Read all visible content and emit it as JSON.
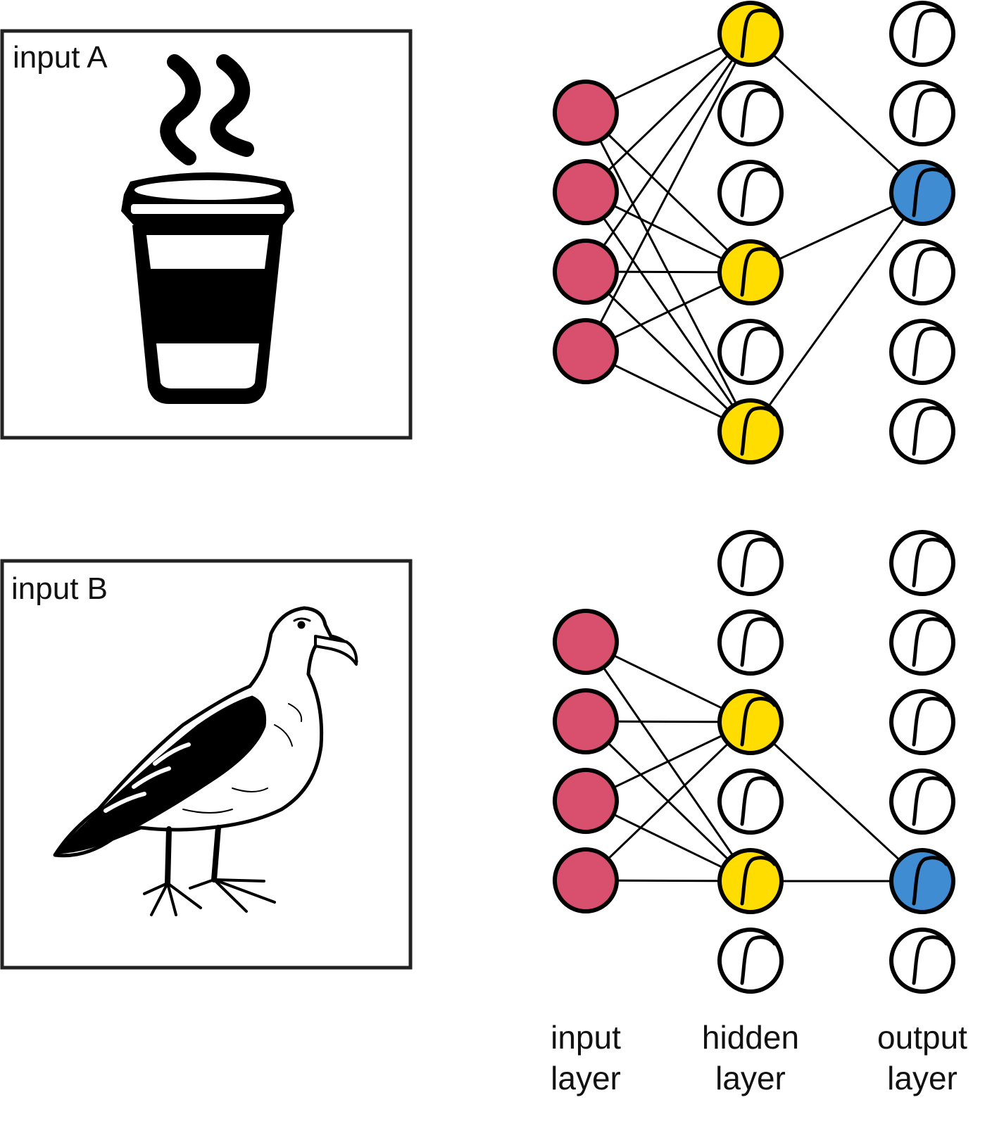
{
  "panels": [
    {
      "label": "input A",
      "picture": "coffee-cup"
    },
    {
      "label": "input B",
      "picture": "seagull"
    }
  ],
  "layer_labels": {
    "input": [
      "input",
      "layer"
    ],
    "hidden": [
      "hidden",
      "layer"
    ],
    "output": [
      "output",
      "layer"
    ]
  },
  "colors": {
    "input_node": "#d9506e",
    "active_hidden": "#ffdd00",
    "active_output": "#3f8cd3",
    "inactive": "#ffffff",
    "stroke": "#000000"
  },
  "networks": [
    {
      "input_count": 4,
      "hidden_count": 6,
      "output_count": 6,
      "active_hidden": [
        0,
        3,
        5
      ],
      "active_output": [
        2
      ],
      "input_to_hidden": [
        [
          0,
          0
        ],
        [
          0,
          3
        ],
        [
          0,
          5
        ],
        [
          1,
          0
        ],
        [
          1,
          3
        ],
        [
          1,
          5
        ],
        [
          2,
          0
        ],
        [
          2,
          3
        ],
        [
          2,
          5
        ],
        [
          3,
          0
        ],
        [
          3,
          3
        ],
        [
          3,
          5
        ]
      ],
      "hidden_to_output": [
        [
          0,
          2
        ],
        [
          3,
          2
        ],
        [
          5,
          2
        ]
      ]
    },
    {
      "input_count": 4,
      "hidden_count": 6,
      "output_count": 6,
      "active_hidden": [
        2,
        4
      ],
      "active_output": [
        4
      ],
      "input_to_hidden": [
        [
          0,
          2
        ],
        [
          0,
          4
        ],
        [
          1,
          2
        ],
        [
          1,
          4
        ],
        [
          2,
          2
        ],
        [
          2,
          4
        ],
        [
          3,
          2
        ],
        [
          3,
          4
        ]
      ],
      "hidden_to_output": [
        [
          2,
          4
        ],
        [
          4,
          4
        ]
      ]
    }
  ]
}
